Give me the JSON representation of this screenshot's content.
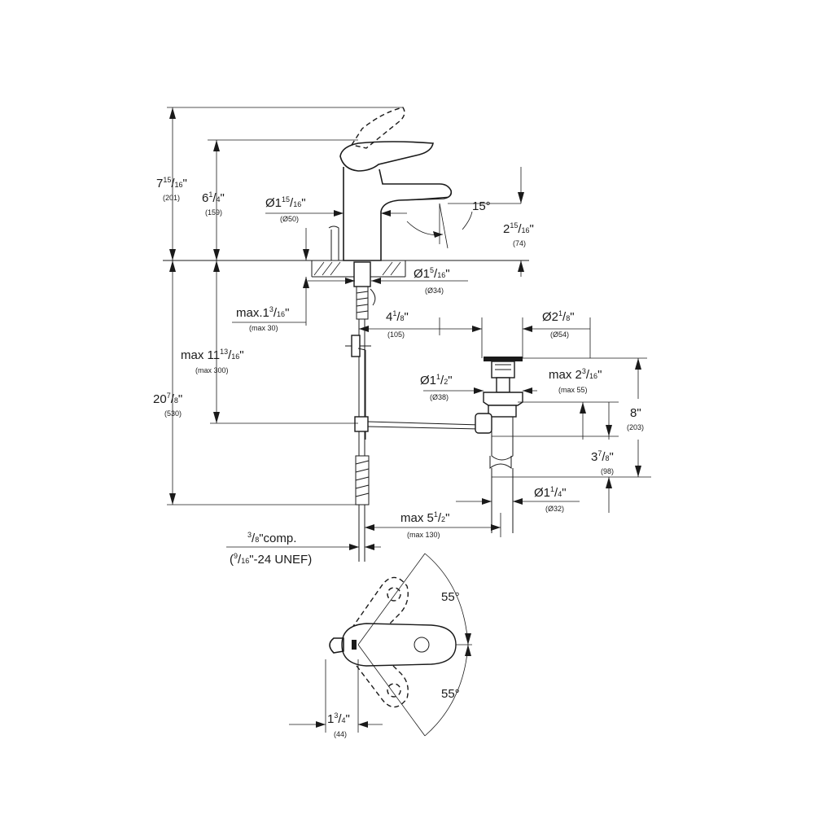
{
  "dimensions": {
    "d1": {
      "main": "7",
      "num": "15",
      "den": "16",
      "unit": "\"",
      "mm": "(201)"
    },
    "d2": {
      "main": "6",
      "num": "1",
      "den": "4",
      "unit": "\"",
      "mm": "(159)"
    },
    "d3": {
      "main": "Ø1",
      "num": "15",
      "den": "16",
      "unit": "\"",
      "mm": "(Ø50)"
    },
    "d4": {
      "main": "15°"
    },
    "d5": {
      "main": "2",
      "num": "15",
      "den": "16",
      "unit": "\"",
      "mm": "(74)"
    },
    "d6": {
      "main": "Ø1",
      "num": "5",
      "den": "16",
      "unit": "\"",
      "mm": "(Ø34)"
    },
    "d7": {
      "main": "max.1",
      "num": "3",
      "den": "16",
      "unit": "\"",
      "mm": "(max 30)"
    },
    "d8": {
      "main": "4",
      "num": "1",
      "den": "8",
      "unit": "\"",
      "mm": "(105)"
    },
    "d9": {
      "main": "Ø2",
      "num": "1",
      "den": "8",
      "unit": "\"",
      "mm": "(Ø54)"
    },
    "d10": {
      "main": "max 11",
      "num": "13",
      "den": "16",
      "unit": "\"",
      "mm": "(max 300)"
    },
    "d11": {
      "main": "Ø1",
      "num": "1",
      "den": "2",
      "unit": "\"",
      "mm": "(Ø38)"
    },
    "d12": {
      "main": "max 2",
      "num": "3",
      "den": "16",
      "unit": "\"",
      "mm": "(max 55)"
    },
    "d13": {
      "main": "20",
      "num": "7",
      "den": "8",
      "unit": "\"",
      "mm": "(530)"
    },
    "d14": {
      "main": "8\"",
      "mm": "(203)"
    },
    "d15": {
      "main": "3",
      "num": "7",
      "den": "8",
      "unit": "\"",
      "mm": "(98)"
    },
    "d16": {
      "main": "Ø1",
      "num": "1",
      "den": "4",
      "unit": "\"",
      "mm": "(Ø32)"
    },
    "d17": {
      "main": "max 5",
      "num": "1",
      "den": "2",
      "unit": "\"",
      "mm": "(max 130)"
    },
    "d18": {
      "num": "3",
      "den": "8",
      "tail": "\"comp."
    },
    "d19": {
      "open": "(",
      "num": "9",
      "den": "16",
      "tail": "\"-24 UNEF)"
    },
    "d20": {
      "main": "55°"
    },
    "d21": {
      "main": "55°"
    },
    "d22": {
      "main": "1",
      "num": "3",
      "den": "4",
      "unit": "\"",
      "mm": "(44)"
    }
  }
}
